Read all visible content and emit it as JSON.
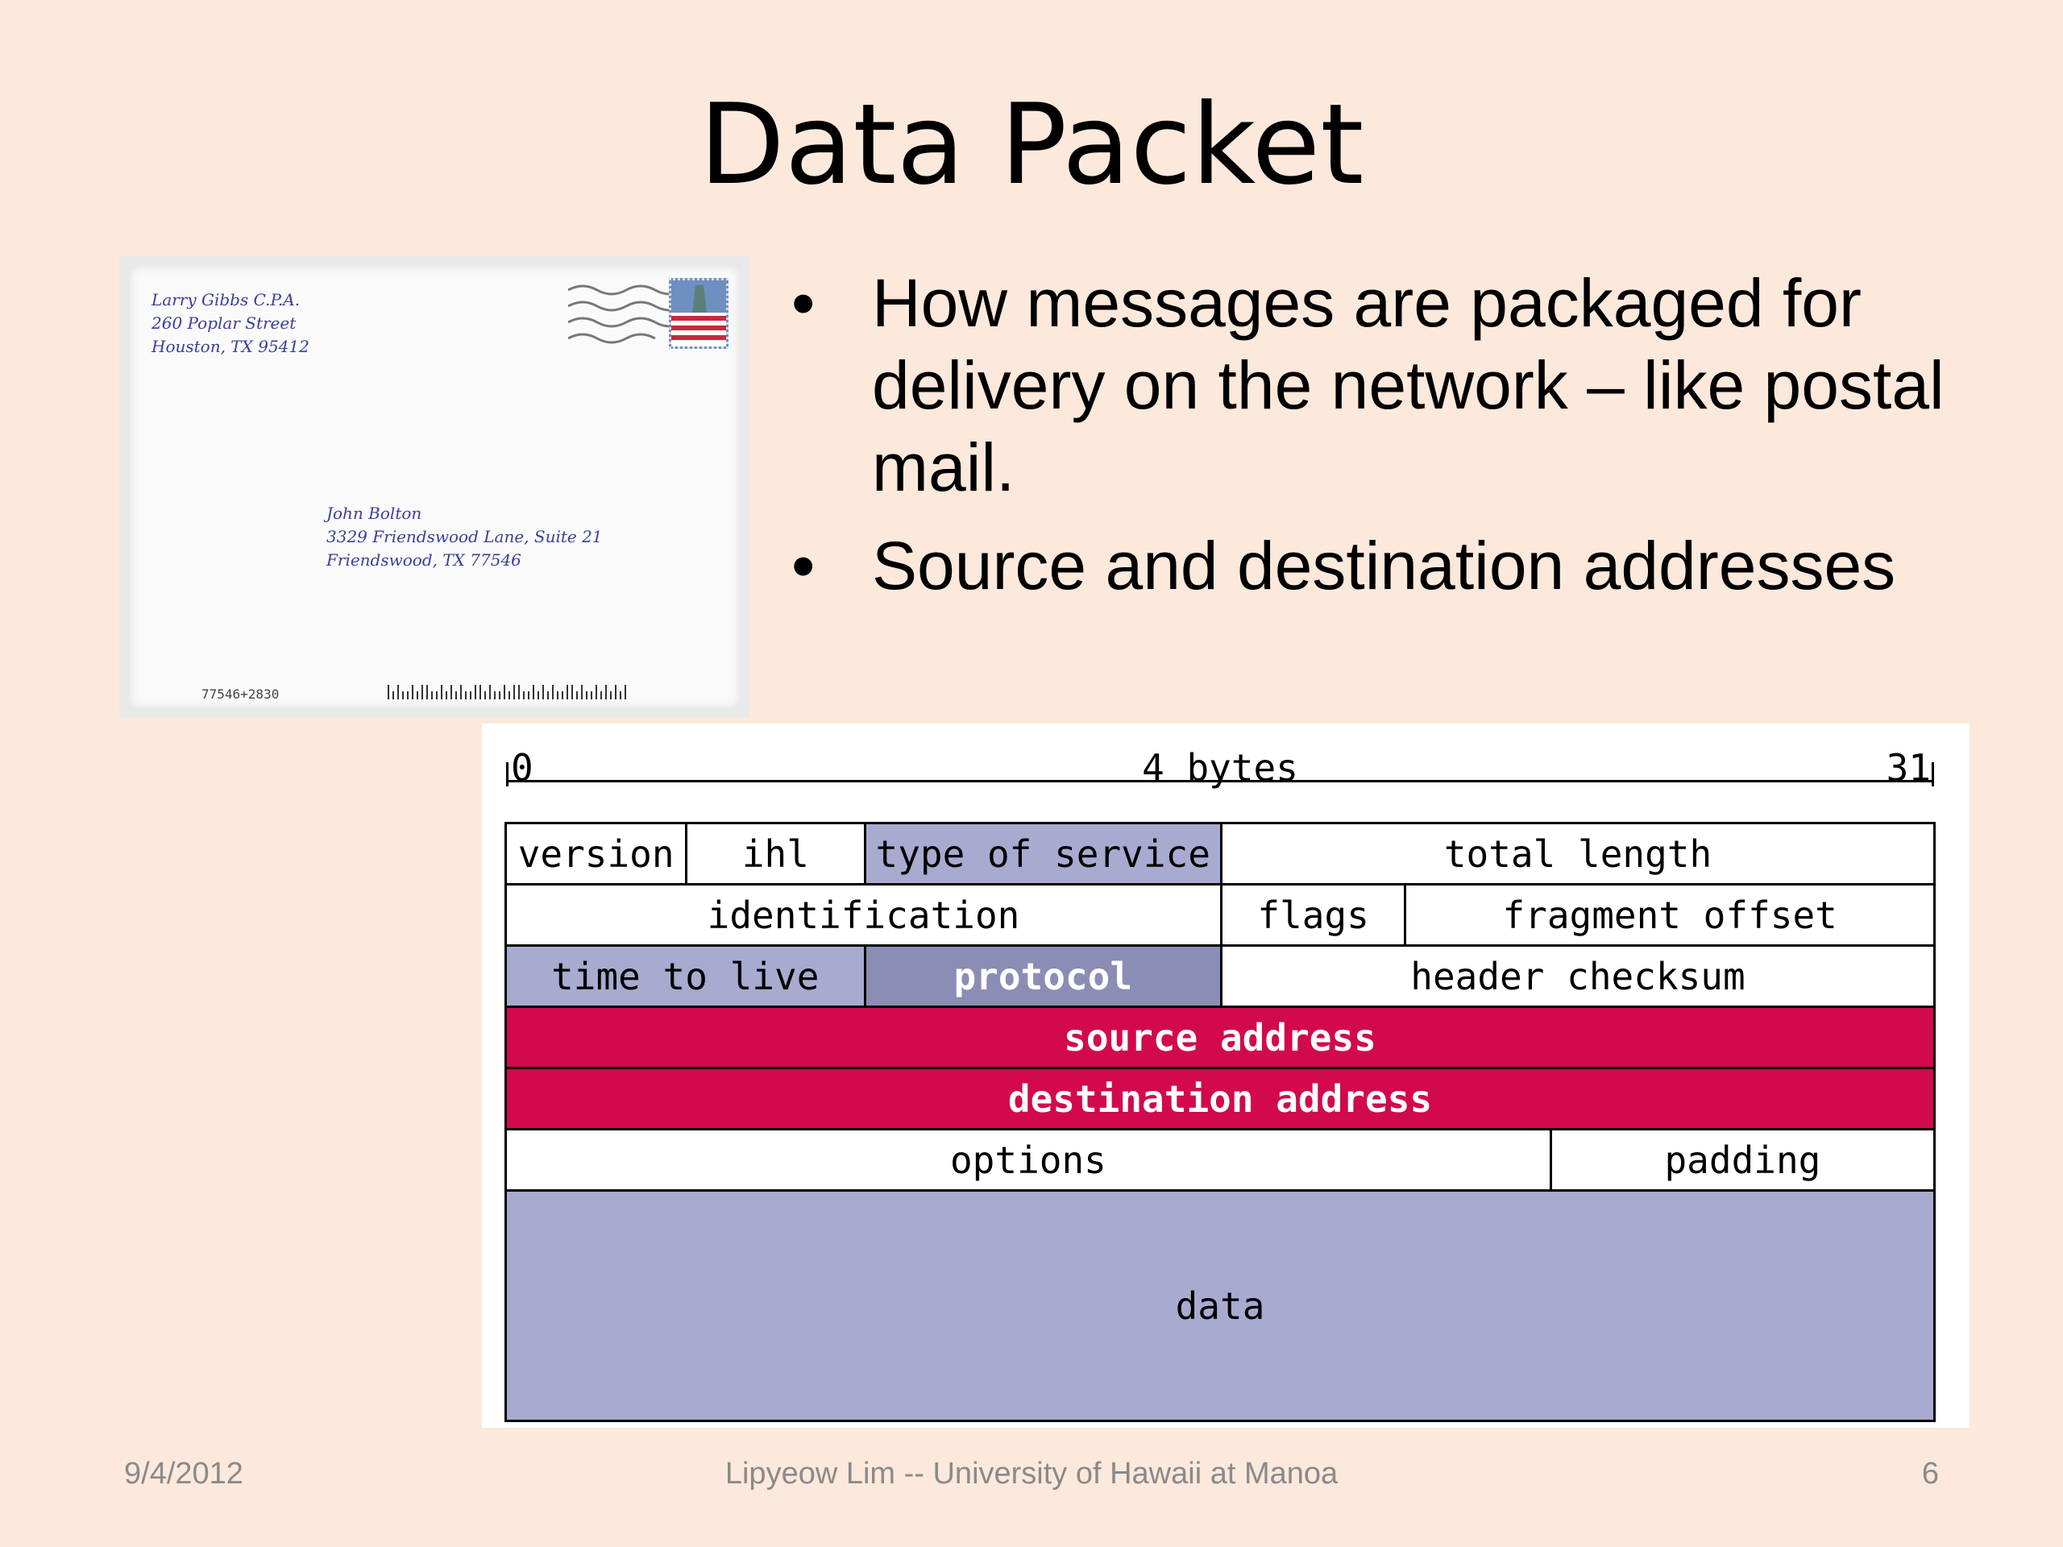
{
  "slide": {
    "title": "Data Packet",
    "bullets": [
      "How messages are packaged for delivery on the network – like postal mail.",
      "Source and destination addresses"
    ],
    "bullet_marker": "•"
  },
  "envelope": {
    "return_address": "Larry Gibbs C.P.A.\n260 Poplar Street\nHouston, TX 95412",
    "destination_address": "John Bolton\n3329 Friendswood Lane, Suite 21\nFriendswood, TX 77546",
    "zip_barcode_text": "77546+2830"
  },
  "diagram": {
    "ruler": {
      "start": "0",
      "middle": "4 bytes",
      "end": "31"
    },
    "colors": {
      "lavender": "#a9aad0",
      "slate": "#8b8db5",
      "crimson": "#d2094c",
      "white": "#ffffff"
    },
    "fields": {
      "version": "version",
      "ihl": "ihl",
      "type_of_service": "type of service",
      "total_length": "total length",
      "identification": "identification",
      "flags": "flags",
      "fragment_offset": "fragment offset",
      "time_to_live": "time to live",
      "protocol": "protocol",
      "header_checksum": "header checksum",
      "source_address": "source address",
      "destination_address": "destination address",
      "options": "options",
      "padding": "padding",
      "data": "data"
    }
  },
  "footer": {
    "date": "9/4/2012",
    "author": "Lipyeow Lim -- University of Hawaii at Manoa",
    "page_number": "6"
  }
}
